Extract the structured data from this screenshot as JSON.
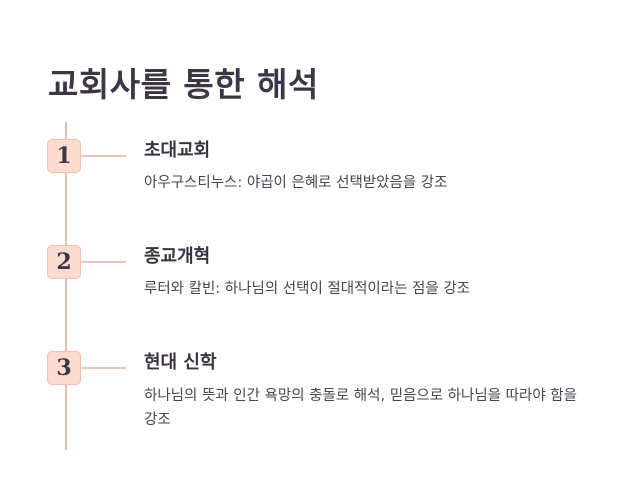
{
  "title": "교회사를 통한 해석",
  "items": [
    {
      "number": "1",
      "heading": "초대교회",
      "description": "아우구스티누스: 야곱이 은혜로 선택받았음을 강조"
    },
    {
      "number": "2",
      "heading": "종교개혁",
      "description": "루터와 칼빈: 하나님의 선택이 절대적이라는 점을 강조"
    },
    {
      "number": "3",
      "heading": "현대 신학",
      "description": "하나님의 뜻과 인간 욕망의 충돌로 해석, 믿음으로 하나님을 따라야 함을 강조"
    }
  ],
  "colors": {
    "badge_fill": "#fddbd0",
    "line": "#e3beb0",
    "text": "#3a3340"
  }
}
